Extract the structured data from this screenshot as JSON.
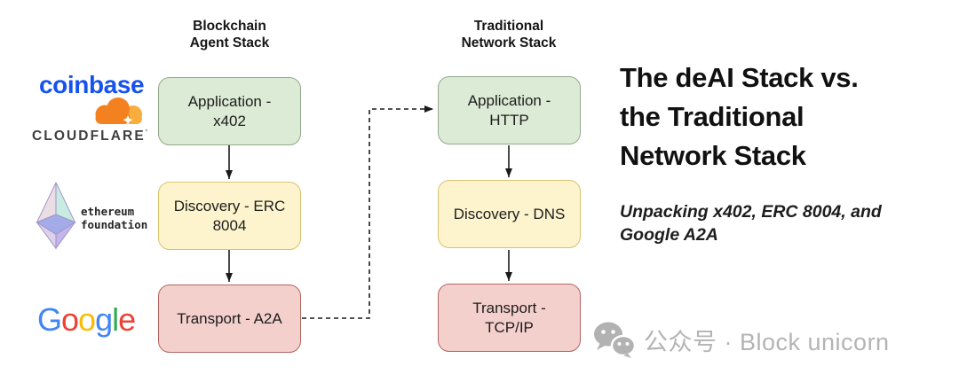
{
  "diagram": {
    "columns": [
      {
        "header_lines": [
          "Blockchain",
          "Agent Stack"
        ],
        "boxes": [
          {
            "label": "Application - x402",
            "color": "green"
          },
          {
            "label": "Discovery - ERC 8004",
            "color": "yellow"
          },
          {
            "label": "Transport - A2A",
            "color": "red"
          }
        ]
      },
      {
        "header_lines": [
          "Traditional",
          "Network Stack"
        ],
        "boxes": [
          {
            "label": "Application - HTTP",
            "color": "green"
          },
          {
            "label": "Discovery - DNS",
            "color": "yellow"
          },
          {
            "label": "Transport - TCP/IP",
            "color": "red"
          }
        ]
      }
    ],
    "box_colors": {
      "green_fill": "#dcebd5",
      "green_border": "#93a88a",
      "yellow_fill": "#fdf3cd",
      "yellow_border": "#d9c36e",
      "red_fill": "#f4d0cd",
      "red_border": "#b26560"
    }
  },
  "logos": {
    "coinbase": {
      "text": "coinbase",
      "color": "#1652f0"
    },
    "cloudflare": {
      "text": "CLOUDFLARE",
      "trademark": "’",
      "cloud_color": "#f48120",
      "cloud_highlight": "#faad3f",
      "text_color": "#3f3f41"
    },
    "ethereum": {
      "line1": "ethereum",
      "line2": "foundation"
    },
    "google": {
      "letters": [
        {
          "ch": "G",
          "color": "#4285f4"
        },
        {
          "ch": "o",
          "color": "#ea4335"
        },
        {
          "ch": "o",
          "color": "#fbbc05"
        },
        {
          "ch": "g",
          "color": "#4285f4"
        },
        {
          "ch": "l",
          "color": "#34a853"
        },
        {
          "ch": "e",
          "color": "#ea4335"
        }
      ]
    }
  },
  "title": {
    "line1": "The deAI Stack vs.",
    "line2": "the Traditional",
    "line3": "Network Stack"
  },
  "subtitle": {
    "line1": "Unpacking x402, ERC 8004, and",
    "line2": "Google A2A"
  },
  "watermark": {
    "text": "公众号 · Block unicorn",
    "color": "#b4b4b4"
  }
}
